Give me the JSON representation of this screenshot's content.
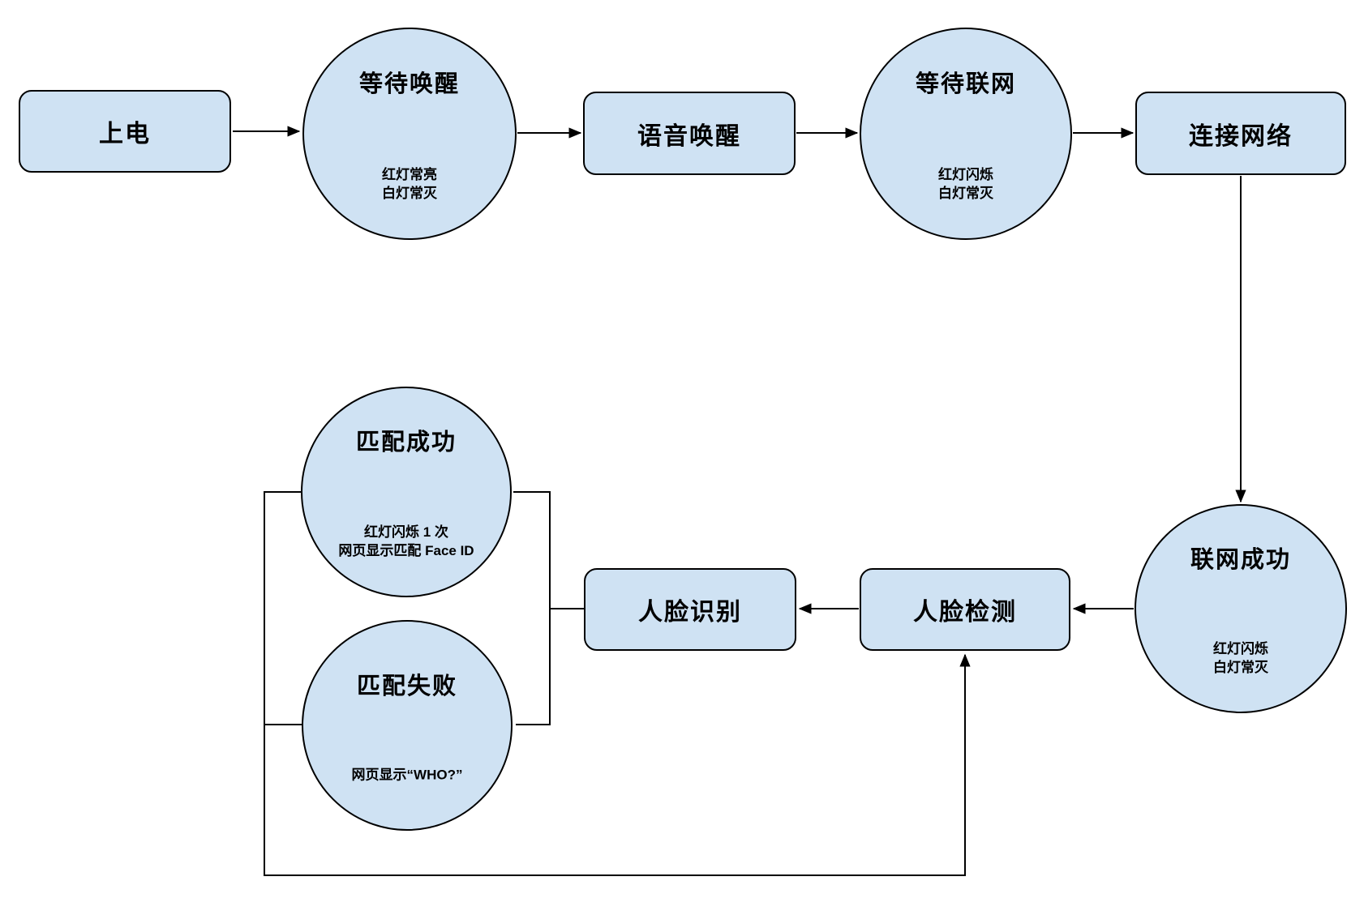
{
  "diagram": {
    "background_color": "#ffffff",
    "node_fill_color": "#cfe2f3",
    "node_stroke_color": "#000000",
    "connector_color": "#000000",
    "nodes": {
      "power_on": {
        "label": "上电",
        "shape": "rect"
      },
      "wait_wake": {
        "title": "等待唤醒",
        "shape": "circle",
        "sub_lines": [
          "红灯常亮",
          "白灯常灭"
        ]
      },
      "voice_wake": {
        "label": "语音唤醒",
        "shape": "rect"
      },
      "wait_network": {
        "title": "等待联网",
        "shape": "circle",
        "sub_lines": [
          "红灯闪烁",
          "白灯常灭"
        ]
      },
      "connect_network": {
        "label": "连接网络",
        "shape": "rect"
      },
      "network_success": {
        "title": "联网成功",
        "shape": "circle",
        "sub_lines": [
          "红灯闪烁",
          "白灯常灭"
        ]
      },
      "face_detection": {
        "label": "人脸检测",
        "shape": "rect"
      },
      "face_recognition": {
        "label": "人脸识别",
        "shape": "rect"
      },
      "match_success": {
        "title": "匹配成功",
        "shape": "circle",
        "sub_lines": [
          "红灯闪烁 1 次",
          "网页显示匹配 Face ID"
        ]
      },
      "match_fail": {
        "title": "匹配失败",
        "shape": "circle",
        "sub_lines": [
          "网页显示“WHO?”"
        ]
      }
    },
    "edges": [
      {
        "from": "power_on",
        "to": "wait_wake",
        "arrow": true
      },
      {
        "from": "wait_wake",
        "to": "voice_wake",
        "arrow": true
      },
      {
        "from": "voice_wake",
        "to": "wait_network",
        "arrow": true
      },
      {
        "from": "wait_network",
        "to": "connect_network",
        "arrow": true
      },
      {
        "from": "connect_network",
        "to": "network_success",
        "arrow": true
      },
      {
        "from": "network_success",
        "to": "face_detection",
        "arrow": true
      },
      {
        "from": "face_detection",
        "to": "face_recognition",
        "arrow": true
      },
      {
        "from": "face_recognition",
        "to": "match_success",
        "arrow": false
      },
      {
        "from": "face_recognition",
        "to": "match_fail",
        "arrow": false
      },
      {
        "from": "match_success",
        "to": "face_detection",
        "arrow": true
      },
      {
        "from": "match_fail",
        "to": "face_detection",
        "arrow": true
      }
    ]
  }
}
